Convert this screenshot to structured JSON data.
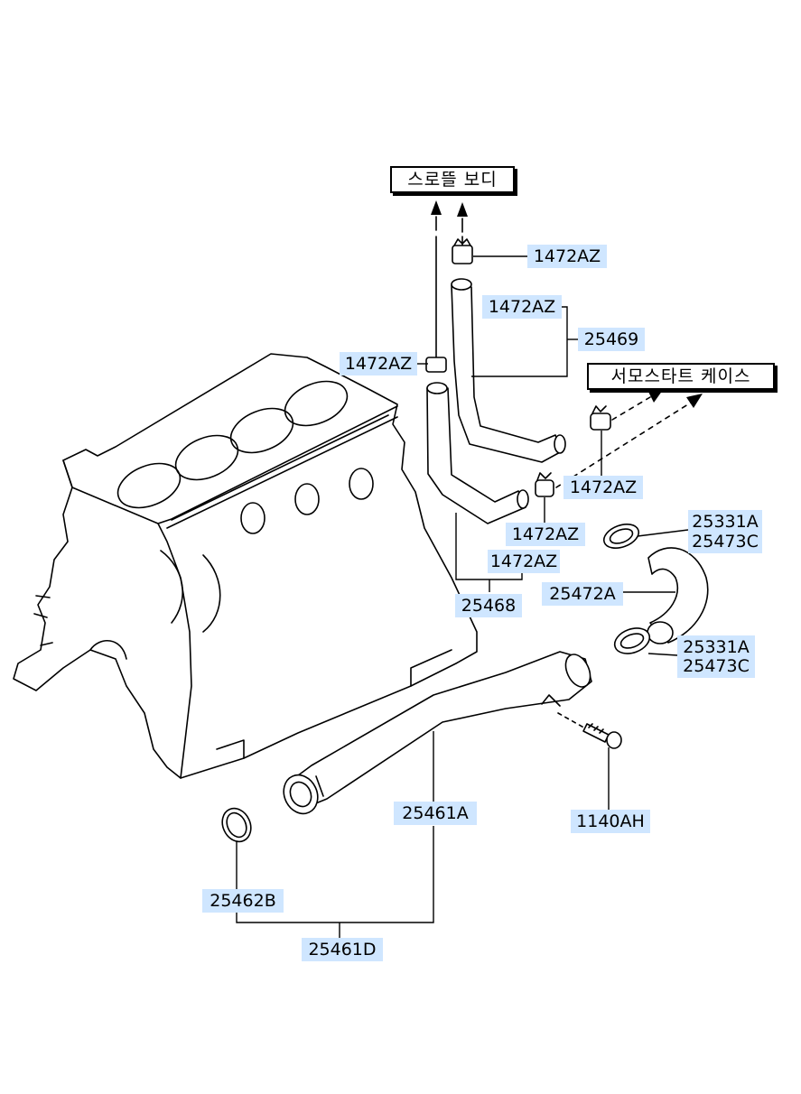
{
  "destinations": {
    "throttle_body": "스로뜰 보디",
    "thermostat_case": "서모스타트 케이스"
  },
  "labels": {
    "clamp_top": "1472AZ",
    "clamp_upper_hose": "1472AZ",
    "hose_upper": "25469",
    "clamp_left": "1472AZ",
    "clamp_right_upper": "1472AZ",
    "clamp_right_lower": "1472AZ",
    "clamp_lower_hose": "1472AZ",
    "hose_lower": "25468",
    "clamp_upper_a": "25331A",
    "clamp_upper_c": "25473C",
    "hose_radiator": "25472A",
    "clamp_lower_a": "25331A",
    "clamp_lower_c": "25473C",
    "pipe": "25461A",
    "bolt": "1140AH",
    "gasket": "25462B",
    "pipe_assembly": "25461D"
  }
}
